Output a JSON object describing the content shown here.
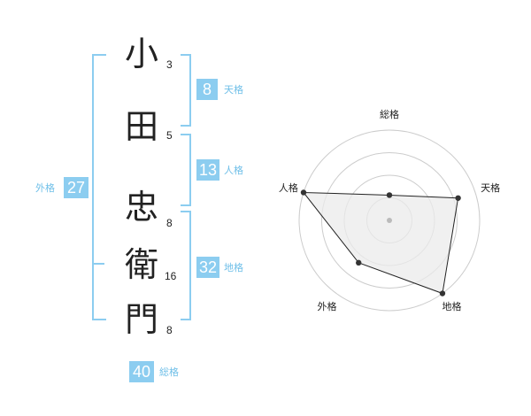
{
  "name": {
    "chars": [
      {
        "kanji": "小",
        "strokes": "3"
      },
      {
        "kanji": "田",
        "strokes": "5"
      },
      {
        "kanji": "忠",
        "strokes": "8"
      },
      {
        "kanji": "衛",
        "strokes": "16"
      },
      {
        "kanji": "門",
        "strokes": "8"
      }
    ]
  },
  "scores": {
    "tenkaku": {
      "label": "天格",
      "value": "8"
    },
    "jinkaku": {
      "label": "人格",
      "value": "13"
    },
    "chikaku": {
      "label": "地格",
      "value": "32"
    },
    "gaikaku": {
      "label": "外格",
      "value": "27"
    },
    "soukaku": {
      "label": "総格",
      "value": "40"
    }
  },
  "chart_data": {
    "type": "radar",
    "axes": [
      "総格",
      "天格",
      "地格",
      "外格",
      "人格"
    ],
    "values": [
      1.4,
      4.0,
      5.0,
      2.9,
      5.0
    ],
    "max": 5,
    "rings": 4,
    "colors": {
      "fill": "#ebebeb",
      "line": "#222222",
      "grid": "#cccccc",
      "point": "#333333"
    }
  }
}
